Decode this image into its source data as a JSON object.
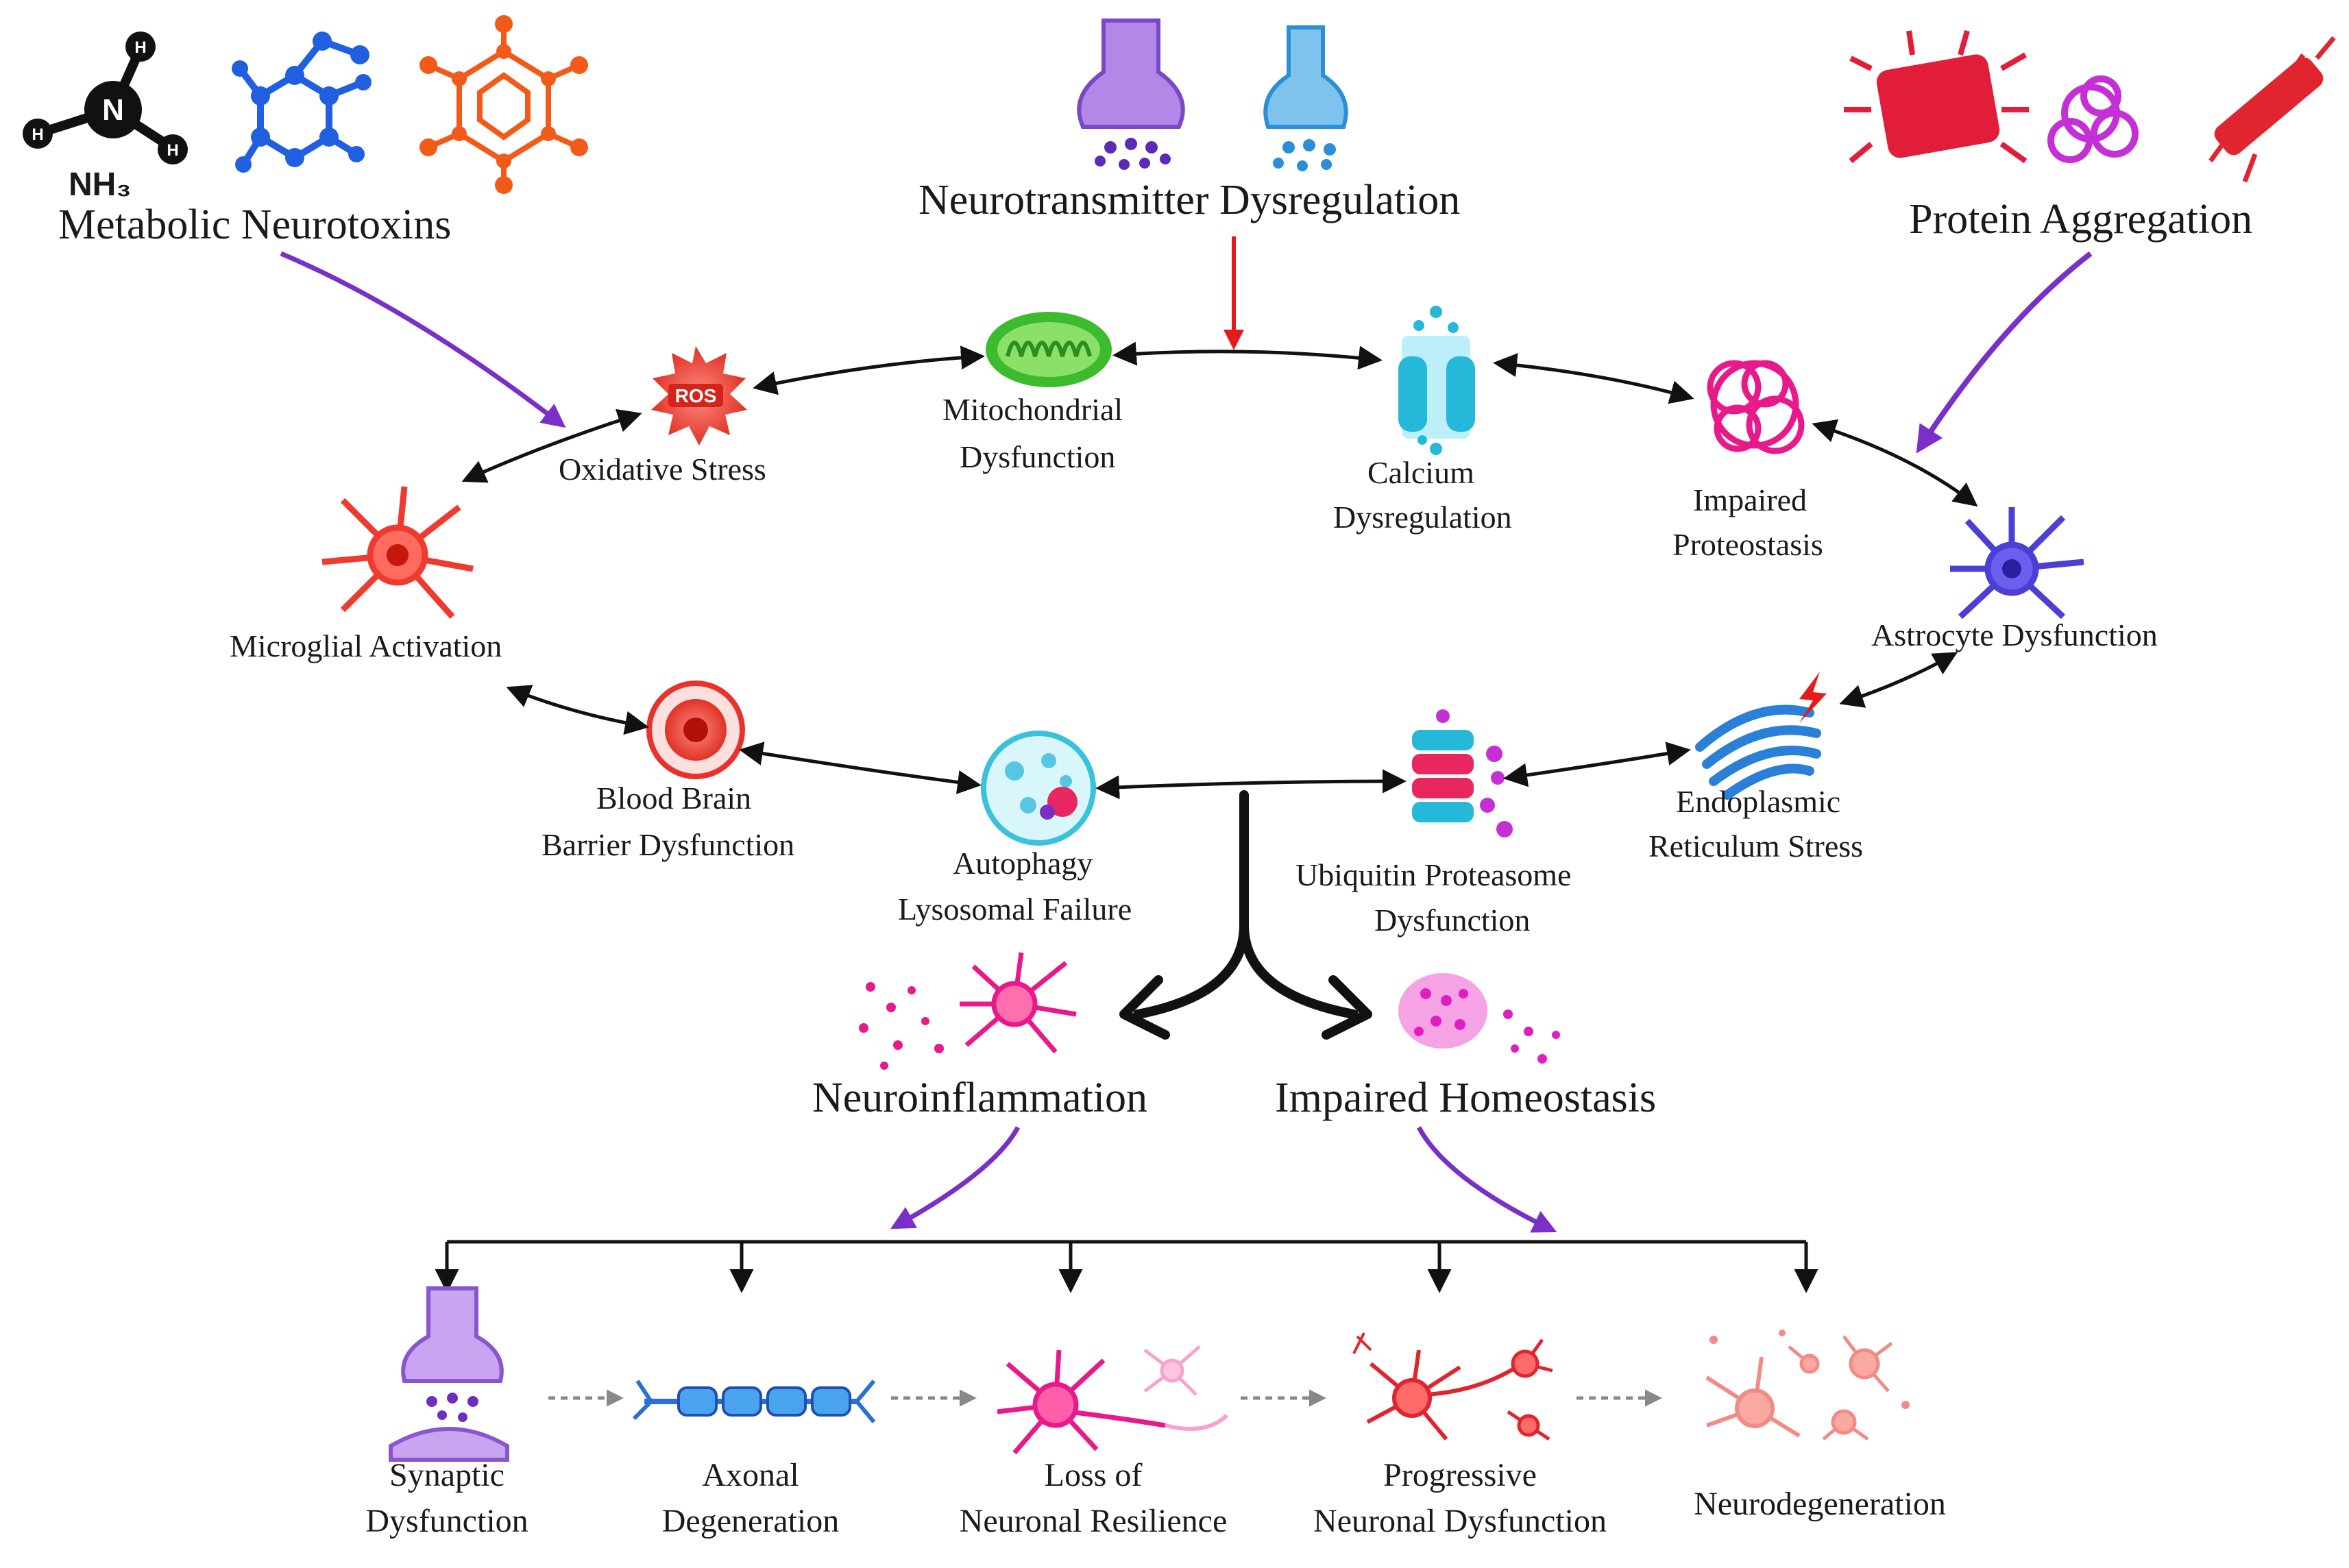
{
  "sources": {
    "metabolic_neurotoxins": "Metabolic Neurotoxins",
    "ammonia_formula": "NH₃",
    "ammonia_center_atom": "N",
    "ammonia_h_atom": "H",
    "neurotransmitter_dysregulation": "Neurotransmitter Dysregulation",
    "protein_aggregation": "Protein Aggregation"
  },
  "cycle_nodes": {
    "oxidative_stress": "Oxidative Stress",
    "ros_badge": "ROS",
    "mitochondrial_dysfunction_1": "Mitochondrial",
    "mitochondrial_dysfunction_2": "Dysfunction",
    "calcium_dysregulation_1": "Calcium",
    "calcium_dysregulation_2": "Dysregulation",
    "impaired_proteostasis_1": "Impaired",
    "impaired_proteostasis_2": "Proteostasis",
    "astrocyte_dysfunction": "Astrocyte Dysfunction",
    "microglial_activation": "Microglial Activation",
    "bbb_dysfunction_1": "Blood Brain",
    "bbb_dysfunction_2": "Barrier Dysfunction",
    "autophagy_1": "Autophagy",
    "autophagy_2": "Lysosomal Failure",
    "ubiquitin_1": "Ubiquitin Proteasome",
    "ubiquitin_2": "Dysfunction",
    "er_stress_1": "Endoplasmic",
    "er_stress_2": "Reticulum Stress"
  },
  "outcomes": {
    "neuroinflammation": "Neuroinflammation",
    "impaired_homeostasis": "Impaired Homeostasis"
  },
  "progression": [
    {
      "line1": "Synaptic",
      "line2": "Dysfunction"
    },
    {
      "line1": "Axonal",
      "line2": "Degeneration"
    },
    {
      "line1": "Loss of",
      "line2": "Neuronal Resilience"
    },
    {
      "line1": "Progressive",
      "line2": "Neuronal Dysfunction"
    },
    {
      "line1": "Neurodegeneration",
      "line2": ""
    }
  ],
  "colors": {
    "purple_arrow": "#7b2fc9",
    "red_arrow": "#e31b1b",
    "black_arrow": "#111111",
    "ros_red": "#e8322b",
    "mito_green": "#3dbb2e",
    "calcium_cyan": "#25b8d8",
    "proteostasis_pink": "#e8198b",
    "astrocyte_purple": "#4b3fd6",
    "microglia_red": "#ee3b2f",
    "er_blue": "#2a7fd8"
  }
}
